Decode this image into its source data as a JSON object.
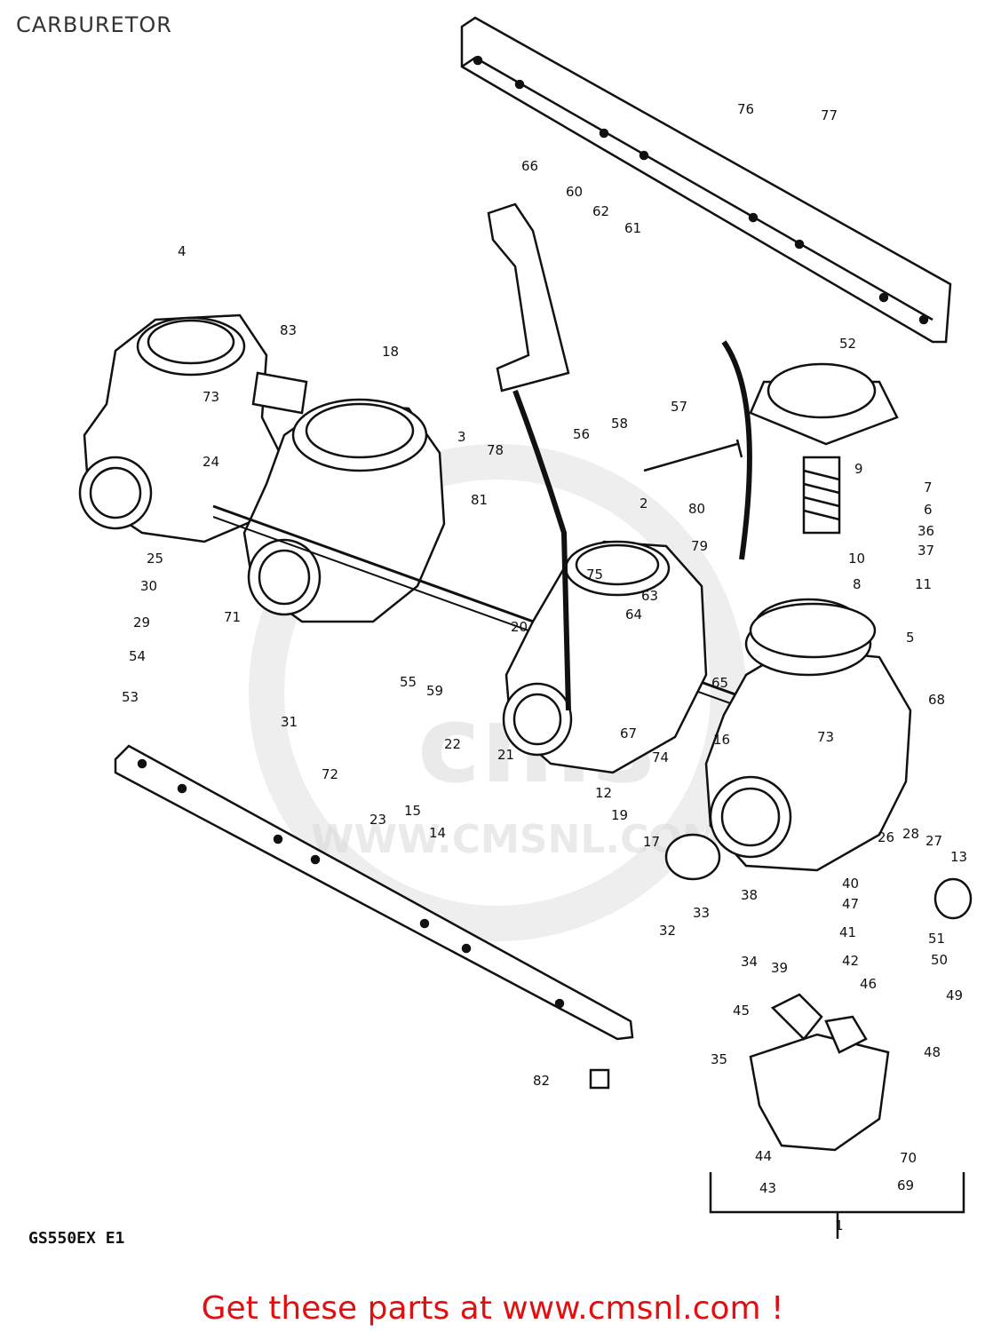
{
  "title": "CARBURETOR",
  "model_code": "GS550EX E1",
  "footer_link": "Get these parts at www.cmsnl.com !",
  "watermark": {
    "logo": "cms",
    "url": "WWW.CMSNL.COM"
  },
  "colors": {
    "line": "#111111",
    "footer_text": "#e01010",
    "watermark": "#d9d9d9"
  },
  "part_callouts": [
    "1",
    "2",
    "3",
    "4",
    "5",
    "6",
    "7",
    "8",
    "9",
    "10",
    "11",
    "12",
    "13",
    "14",
    "15",
    "16",
    "17",
    "18",
    "19",
    "20",
    "21",
    "22",
    "23",
    "24",
    "25",
    "26",
    "27",
    "28",
    "29",
    "30",
    "31",
    "32",
    "33",
    "34",
    "35",
    "36",
    "37",
    "38",
    "39",
    "40",
    "41",
    "42",
    "43",
    "44",
    "45",
    "46",
    "47",
    "48",
    "49",
    "50",
    "51",
    "52",
    "53",
    "54",
    "55",
    "56",
    "57",
    "58",
    "59",
    "60",
    "61",
    "62",
    "63",
    "64",
    "65",
    "66",
    "67",
    "68",
    "69",
    "70",
    "71",
    "72",
    "73",
    "73",
    "74",
    "75",
    "76",
    "77",
    "78",
    "79",
    "80",
    "81",
    "82",
    "83"
  ]
}
